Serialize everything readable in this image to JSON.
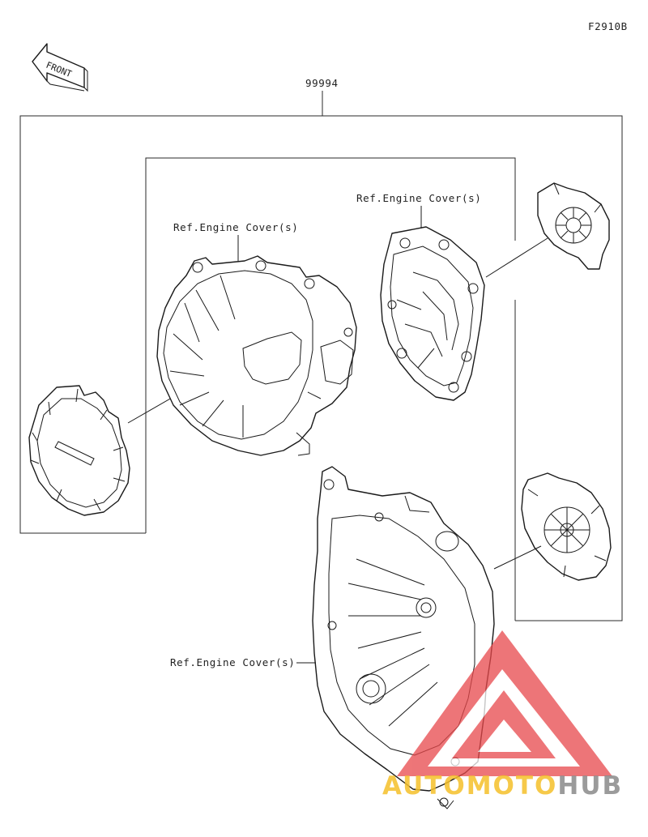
{
  "figure_code": "F2910B",
  "front_label": "FRONT",
  "kit_part_number": "99994",
  "ref_labels": [
    "Ref.Engine Cover(s)",
    "Ref.Engine Cover(s)",
    "Ref.Engine Cover(s)"
  ],
  "watermark": {
    "part_a": "AUTOMOTO",
    "part_b": "HUB",
    "colors": {
      "triangle": "#e8484b",
      "part_a": "#f5c02a",
      "part_b": "#8a8a8a"
    }
  }
}
